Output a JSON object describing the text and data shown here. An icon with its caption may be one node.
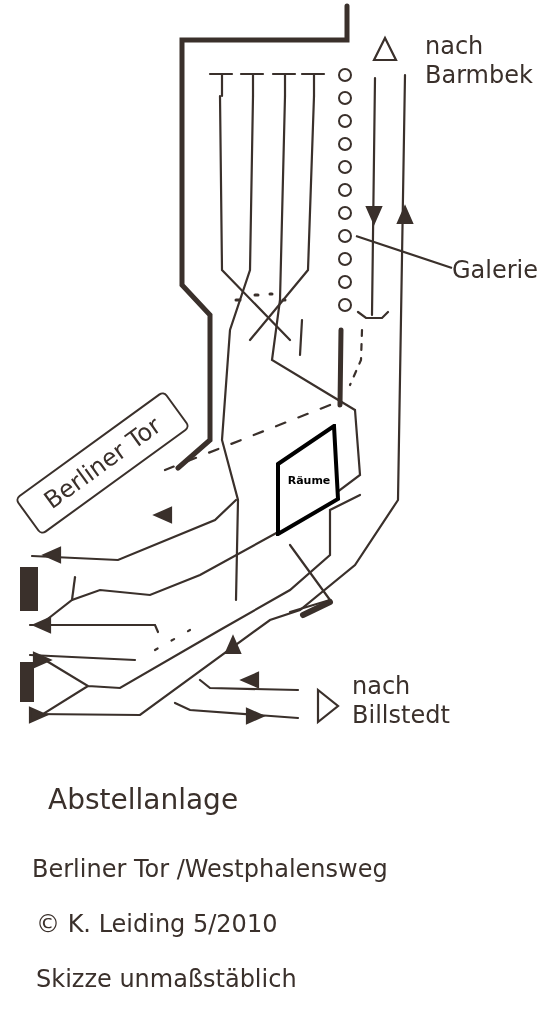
{
  "diagram": {
    "title": "Abstellanlage",
    "nodes": [
      {
        "text": [
          "Berliner Tor"
        ]
      },
      {
        "text": [
          "Räume"
        ]
      },
      {
        "text": [
          "Galerie"
        ]
      },
      {
        "text": [],
        "shape": "circle"
      }
    ],
    "edges": [
      {
        "from": 2,
        "to": 3,
        "arrow": "none"
      }
    ],
    "labels": [
      "nach Barmbek",
      "nach Billstedt",
      "Berliner Tor /Westphalensweg",
      "© K. Leiding 5/2010",
      "Skizze unmaßstäblich"
    ]
  }
}
